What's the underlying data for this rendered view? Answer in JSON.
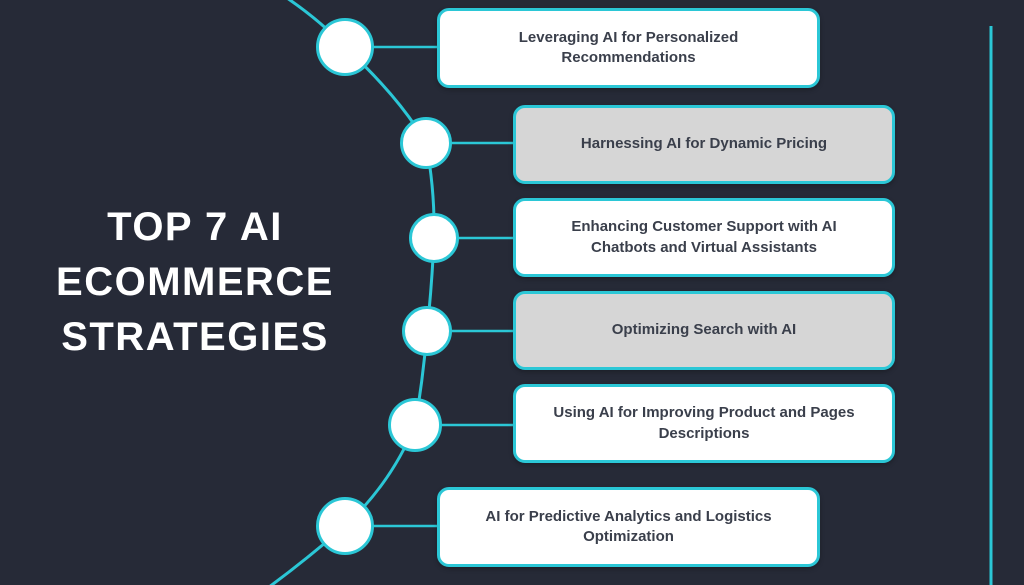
{
  "title": {
    "full": "TOP 7 AI ECOMMERCE STRATEGIES",
    "line1": "TOP 7 AI",
    "line2": "ECOMMERCE",
    "line3": "STRATEGIES"
  },
  "items": [
    {
      "label": "Leveraging AI for Personalized Recommendations",
      "variant": "white"
    },
    {
      "label": "Harnessing AI for Dynamic Pricing",
      "variant": "gray"
    },
    {
      "label": "Enhancing Customer Support with AI Chatbots and Virtual Assistants",
      "variant": "white"
    },
    {
      "label": "Optimizing Search with AI",
      "variant": "gray"
    },
    {
      "label": "Using AI for Improving Product and Pages Descriptions",
      "variant": "white"
    },
    {
      "label": "AI for Predictive Analytics and Logistics Optimization",
      "variant": "white"
    }
  ],
  "colors": {
    "background": "#262a37",
    "accent": "#2bc7d6",
    "box_white": "#ffffff",
    "box_gray": "#d6d6d6",
    "box_text": "#3a3f4b",
    "title_text": "#ffffff"
  }
}
